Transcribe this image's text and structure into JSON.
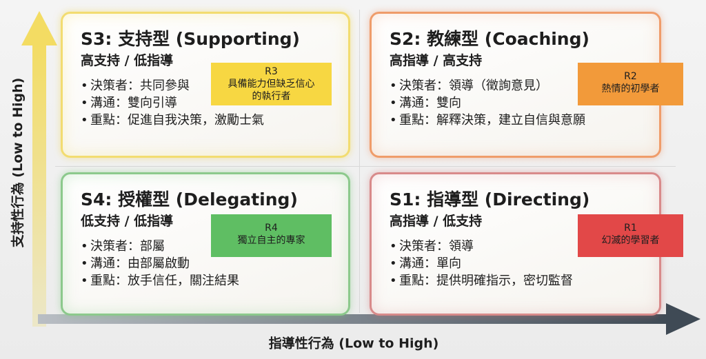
{
  "axes": {
    "y_label": "支持性行為 (Low to High)",
    "x_label": "指導性行為 (Low to High)"
  },
  "colors": {
    "s3_border": "#f2dc70",
    "s2_border": "#ef9c6a",
    "s4_border": "#8cc98c",
    "s1_border": "#d88a8a",
    "r3": "#f7d742",
    "r2": "#f29a3a",
    "r4": "#5fbe63",
    "r1": "#e24848",
    "axis": "#f1dc72",
    "axis_x": "#3f4a55"
  },
  "quadrants": {
    "s3": {
      "title": "S3: 支持型 (Supporting)",
      "subtitle": "高支持 / 低指導",
      "items": [
        "決策者：共同參與",
        "溝通：雙向引導",
        "重點：促進自我決策，激勵士氣"
      ],
      "tag_code": "R3",
      "tag_line1": "具備能力但缺乏信心",
      "tag_line2": "的執行者"
    },
    "s2": {
      "title": "S2: 教練型 (Coaching)",
      "subtitle": "高指導 / 高支持",
      "items": [
        "決策者：領導（徵詢意見）",
        "溝通：雙向",
        "重點：解釋決策，建立自信與意願"
      ],
      "tag_code": "R2",
      "tag_line1": "熱情的初學者"
    },
    "s4": {
      "title": "S4: 授權型 (Delegating)",
      "subtitle": "低支持 / 低指導",
      "items": [
        "決策者：部屬",
        "溝通：由部屬啟動",
        "重點：放手信任，關注結果"
      ],
      "tag_code": "R4",
      "tag_line1": "獨立自主的專家"
    },
    "s1": {
      "title": "S1: 指導型 (Directing)",
      "subtitle": "高指導 / 低支持",
      "items": [
        "決策者：領導",
        "溝通：單向",
        "重點：提供明確指示，密切監督"
      ],
      "tag_code": "R1",
      "tag_line1": "幻滅的學習者"
    }
  }
}
